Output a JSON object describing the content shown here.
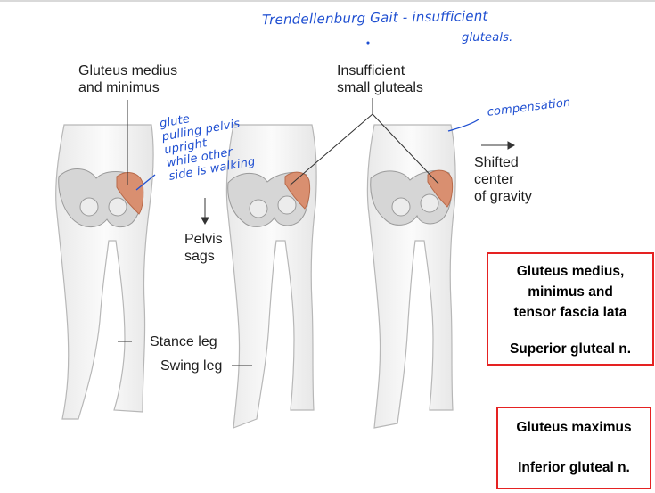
{
  "labels": {
    "gluteus_medius_minimus": [
      "Gluteus medius",
      "and minimus"
    ],
    "insufficient_gluteals": [
      "Insufficient",
      "small gluteals"
    ],
    "shifted_center": [
      "Shifted",
      "center",
      "of gravity"
    ],
    "pelvis_sags": [
      "Pelvis",
      "sags"
    ],
    "stance_leg": "Stance leg",
    "swing_leg": "Swing leg"
  },
  "handwriting": {
    "title": [
      "Trendellenburg Gait - insufficient",
      "gluteals."
    ],
    "glute_note": [
      "glute",
      "pulling pelvis",
      "upright",
      "while other",
      "side is walking"
    ],
    "compensation": "compensation"
  },
  "boxes": {
    "superior": {
      "lines": [
        "Gluteus medius,",
        "minimus and",
        "tensor fascia lata"
      ],
      "nerve": "Superior gluteal n."
    },
    "inferior": {
      "muscle": "Gluteus maximus",
      "nerve": "Inferior gluteal n."
    }
  },
  "colors": {
    "box_border": "#e52222",
    "ink": "#1f4fd1",
    "muscle": "#d98f70"
  }
}
